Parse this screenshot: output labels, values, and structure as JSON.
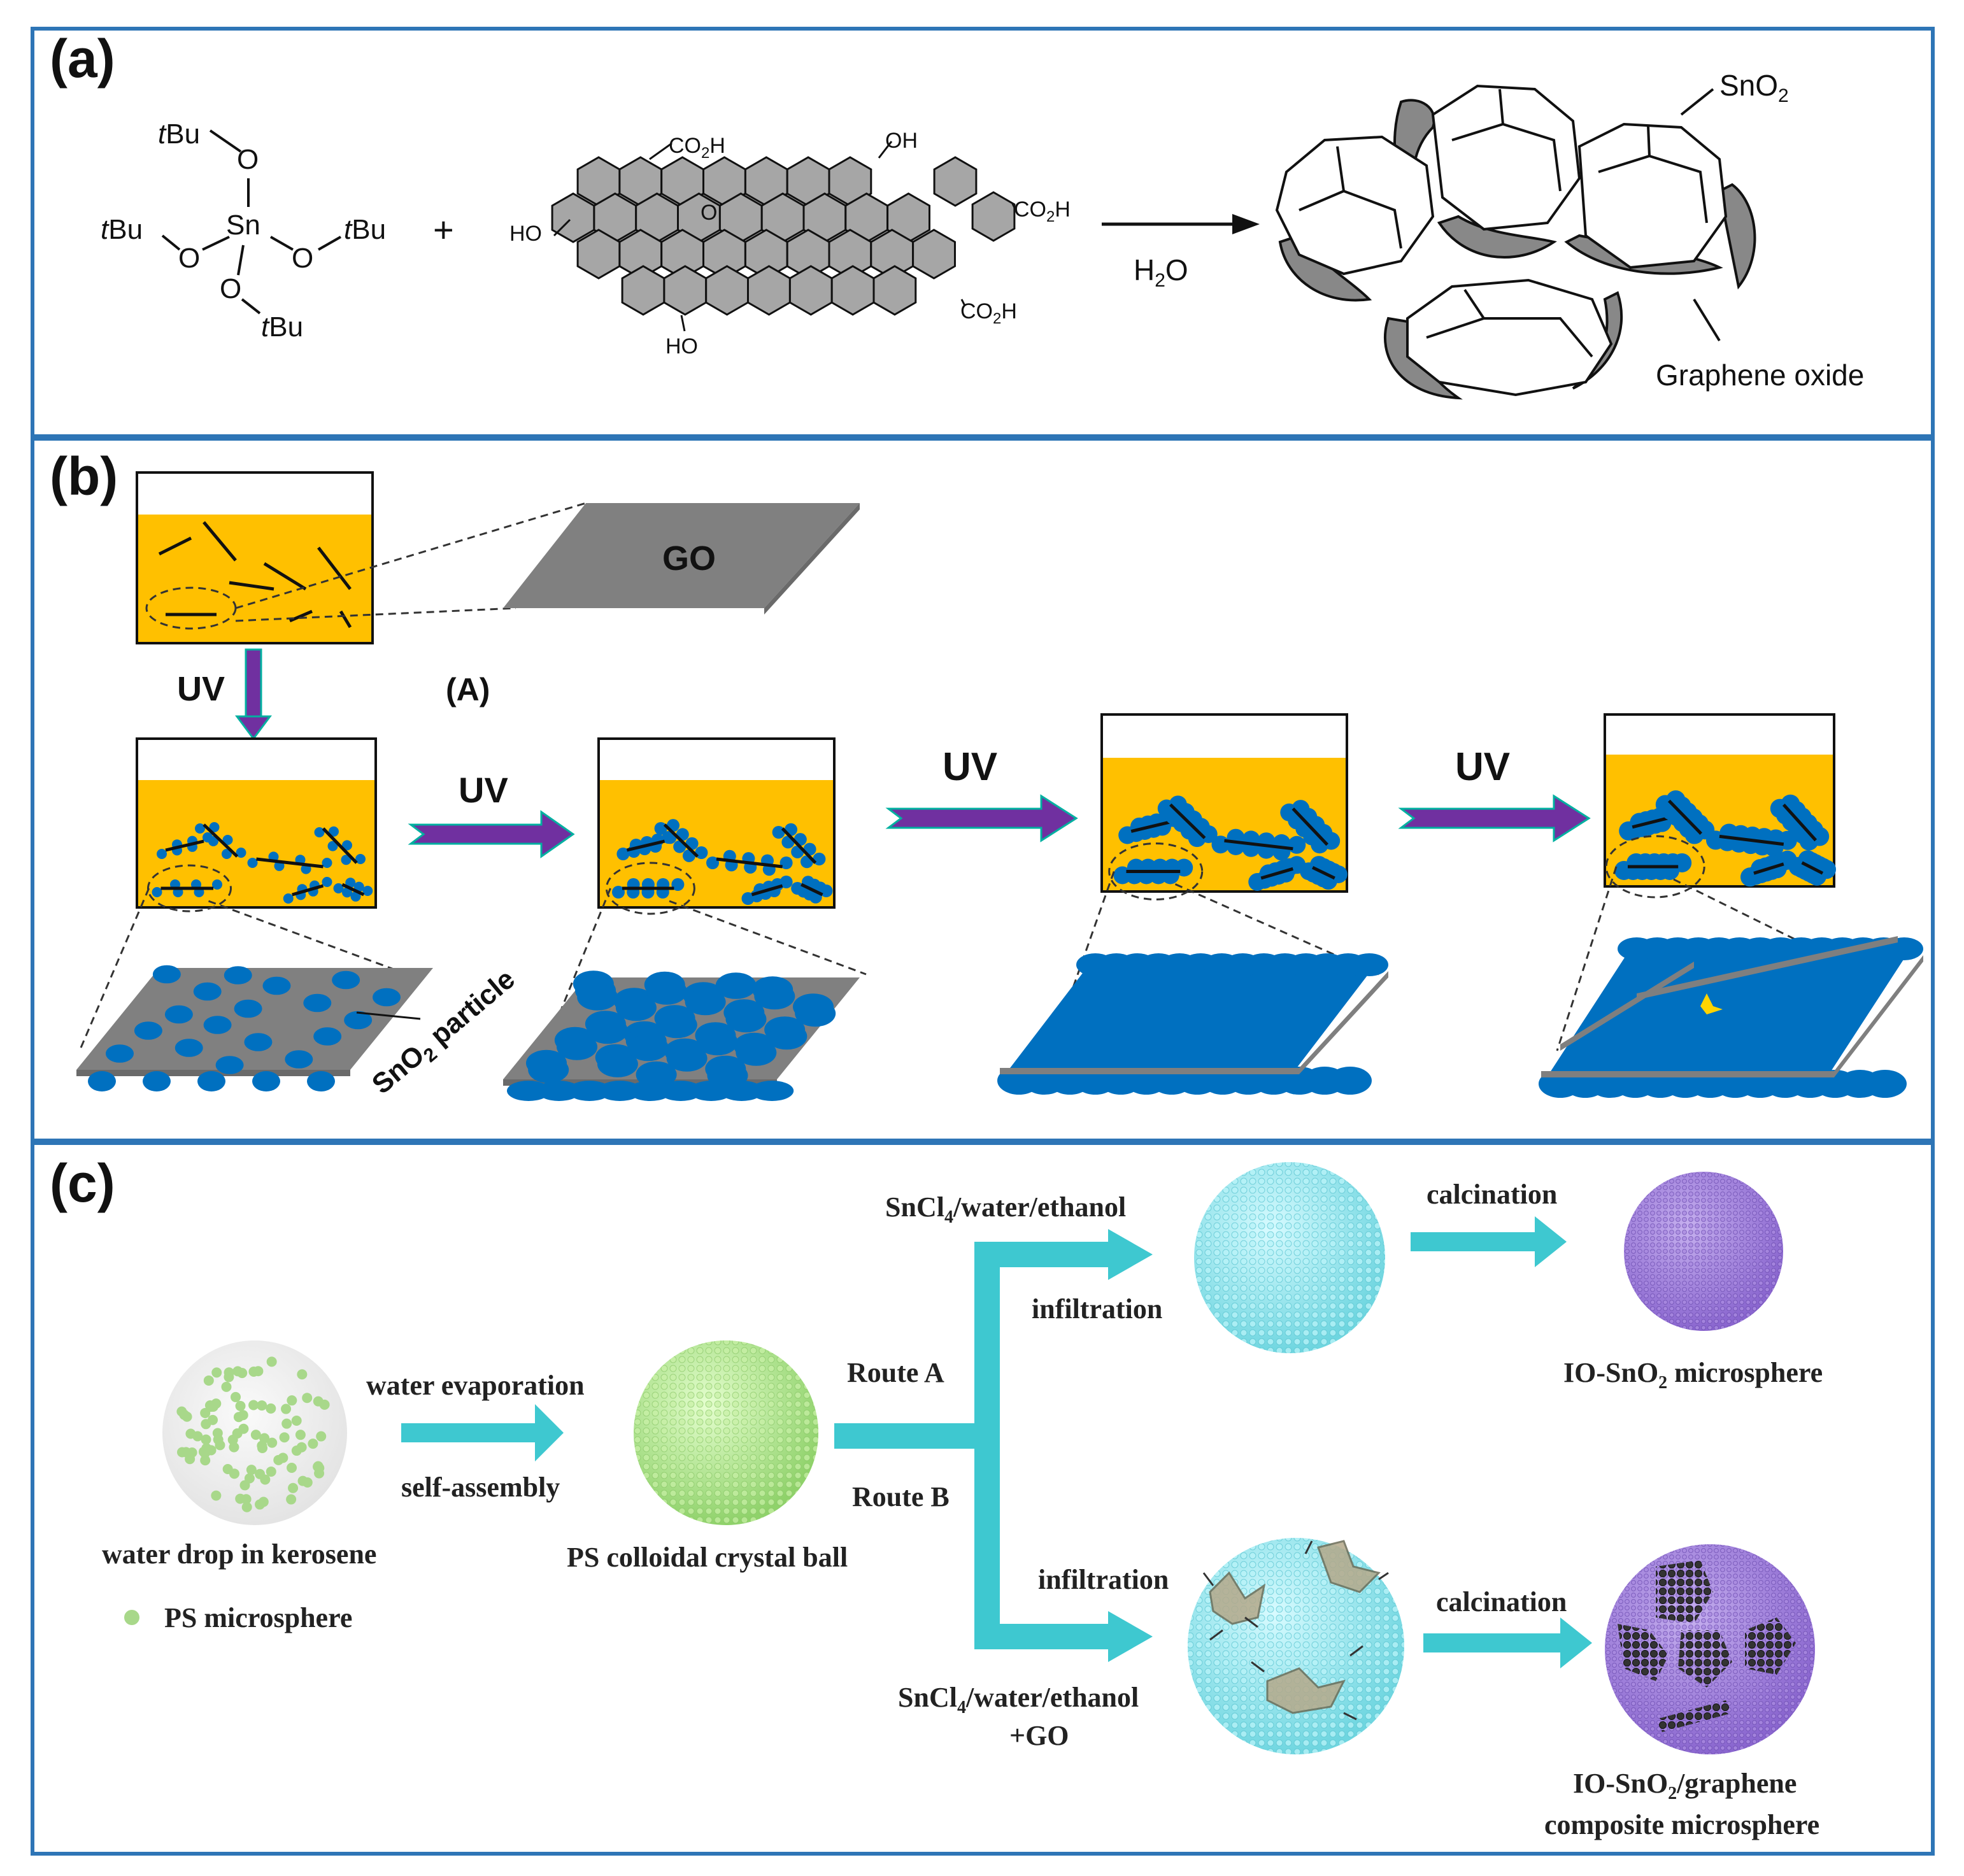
{
  "panels": {
    "a": {
      "label": "(a)",
      "precursor": {
        "tbu": "tBu",
        "t": "t",
        "bu": "Bu",
        "o": "O",
        "sn": "Sn"
      },
      "plus": "+",
      "go_groups": {
        "co2h": "CO₂H",
        "co": "CO",
        "two": "2",
        "h": "H",
        "oh": "OH",
        "ho": "HO",
        "o": "O"
      },
      "arrow_label": {
        "h": "H",
        "sub": "2",
        "o": "O"
      },
      "labels": {
        "sno2": "SnO",
        "sno2_sub": "2",
        "graphene_oxide": "Graphene oxide"
      }
    },
    "b": {
      "label": "(b)",
      "go_sheet": "GO",
      "uv": "UV",
      "route": "(A)",
      "particle_label": "SnO",
      "particle_sub": "2",
      "particle_rest": " particle"
    },
    "c": {
      "label": "(c)",
      "water_drop": "water drop in kerosene",
      "ps_microsphere": "PS microsphere",
      "water_evaporation": "water evaporation",
      "self_assembly": "self-assembly",
      "ps_ball": "PS colloidal crystal ball",
      "route_a": "Route A",
      "route_b": "Route B",
      "sncl_a": "SnCl",
      "sncl_sub": "4",
      "sncl_rest": "/water/ethanol",
      "infiltration": "infiltration",
      "calcination": "calcination",
      "plus_go": "+GO",
      "io_a1": "IO-SnO",
      "io_a_sub": "2",
      "io_a2": " microsphere",
      "io_b1": "IO-SnO",
      "io_b_sub": "2",
      "io_b2": "/graphene",
      "io_b3": "composite microsphere"
    }
  },
  "colors": {
    "border": "#2e75b6",
    "solution": "#ffc000",
    "particle": "#0070c0",
    "go_gray": "#7f7f7f",
    "uv_arrow": "#7030a0",
    "uv_arrow_edge": "#00b0a0",
    "c_arrow": "#3ec8d0",
    "ps_green": "#a8d88a",
    "io_cyan": "#8be4ec",
    "io_purple": "#9b7bd6"
  }
}
